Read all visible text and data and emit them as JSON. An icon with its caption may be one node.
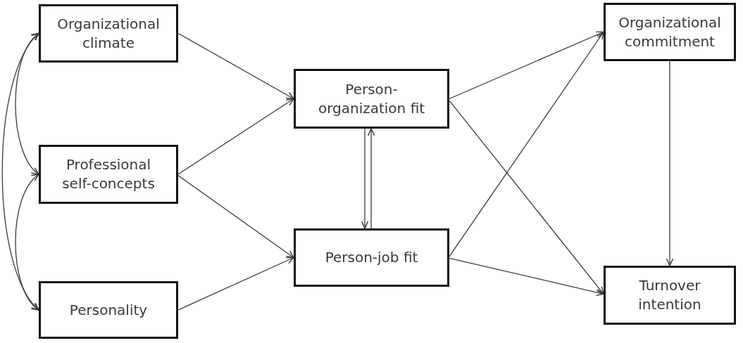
{
  "diagram": {
    "nodes": [
      {
        "text": [
          "Organizational climate"
        ]
      },
      {
        "text": [
          "Professional self-concepts"
        ]
      },
      {
        "text": [
          "Personality"
        ]
      },
      {
        "text": [
          "Person-organization fit"
        ]
      },
      {
        "text": [
          "Person-job fit"
        ]
      },
      {
        "text": [
          "Organizational commitment"
        ]
      },
      {
        "text": [
          "Turnover intention"
        ]
      }
    ],
    "edges": [
      {
        "from": 0,
        "to": 1,
        "arrow": "both"
      },
      {
        "from": 1,
        "to": 2,
        "arrow": "both"
      },
      {
        "from": 0,
        "to": 2,
        "arrow": "both"
      },
      {
        "from": 0,
        "to": 3,
        "arrow": "to"
      },
      {
        "from": 1,
        "to": 3,
        "arrow": "to"
      },
      {
        "from": 1,
        "to": 4,
        "arrow": "to"
      },
      {
        "from": 2,
        "to": 4,
        "arrow": "to"
      },
      {
        "from": 3,
        "to": 4,
        "arrow": "to"
      },
      {
        "from": 4,
        "to": 3,
        "arrow": "to"
      },
      {
        "from": 3,
        "to": 5,
        "arrow": "to"
      },
      {
        "from": 3,
        "to": 6,
        "arrow": "to"
      },
      {
        "from": 4,
        "to": 5,
        "arrow": "to"
      },
      {
        "from": 4,
        "to": 6,
        "arrow": "to"
      },
      {
        "from": 5,
        "to": 6,
        "arrow": "to"
      }
    ]
  }
}
